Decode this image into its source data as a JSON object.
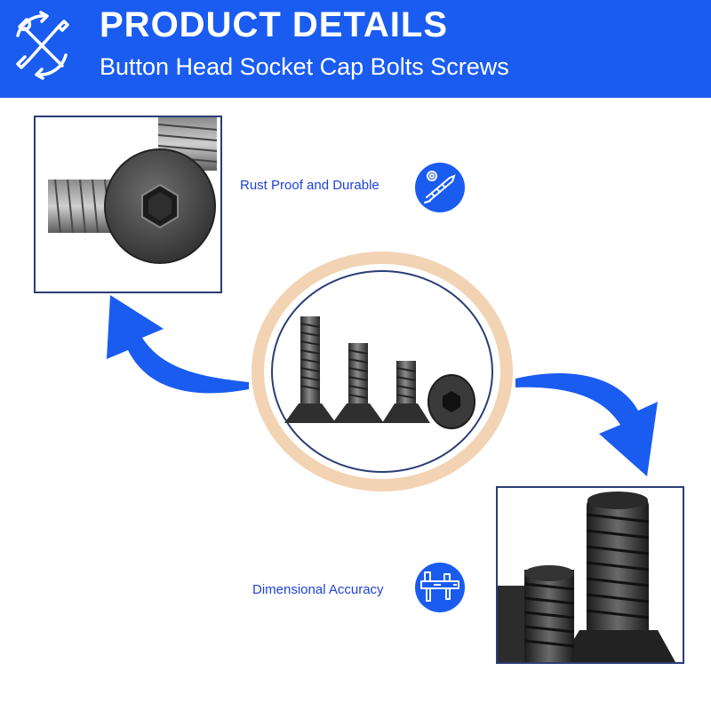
{
  "header": {
    "title": "PRODUCT DETAILS",
    "subtitle": "Button Head Socket Cap Bolts Screws",
    "background_color": "#1a5cf0",
    "logo_icon": "wrench-screwdriver-cross-icon"
  },
  "features": [
    {
      "label": "Rust Proof and Durable",
      "icon": "screw-gear-icon"
    },
    {
      "label": "Dimensional Accuracy",
      "icon": "caliper-icon"
    }
  ],
  "colors": {
    "accent_blue": "#1a5cf0",
    "label_blue": "#1f43d6",
    "frame_navy": "#2b3d75",
    "ring_peach": "#f2d3b3"
  }
}
